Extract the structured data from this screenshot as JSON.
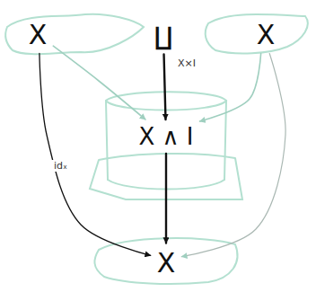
{
  "diagram": {
    "nodes": [
      {
        "text": [
          "X"
        ]
      },
      {
        "text": [
          "∐"
        ]
      },
      {
        "text": [
          "X"
        ]
      },
      {
        "text": [
          "X ∧ I"
        ]
      },
      {
        "text": [
          "X"
        ]
      }
    ],
    "edges": [
      {
        "from": 1,
        "to": 3,
        "label": "X×I",
        "arrow": "to"
      },
      {
        "from": 3,
        "to": 4,
        "arrow": "to"
      },
      {
        "from": 0,
        "to": 4,
        "label": "idₓ",
        "arrow": "to"
      },
      {
        "from": 2,
        "to": 4,
        "arrow": "to"
      },
      {
        "from": 0,
        "to": 3,
        "arrow": "to"
      },
      {
        "from": 2,
        "to": 3,
        "arrow": "to"
      }
    ]
  }
}
